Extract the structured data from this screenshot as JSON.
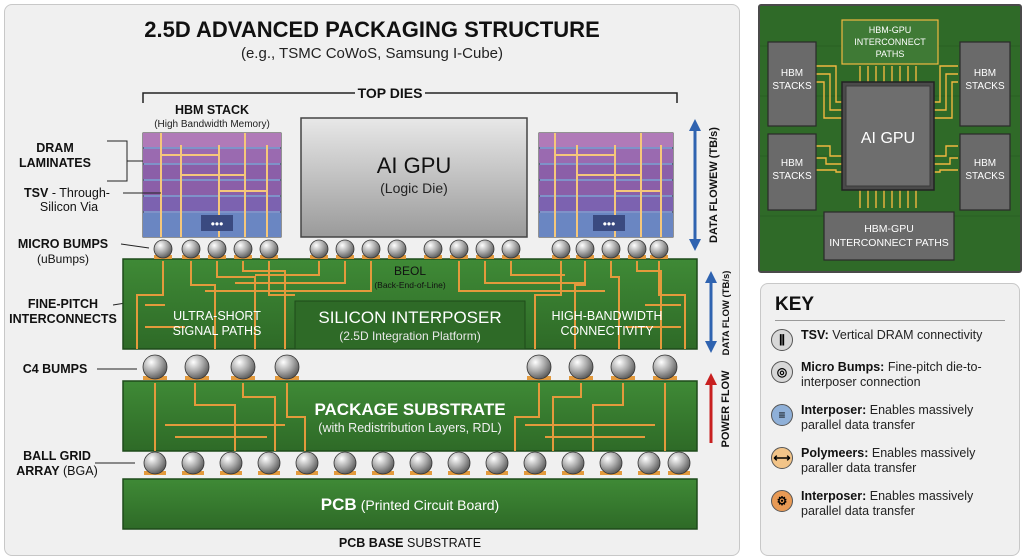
{
  "title": "2.5D ADVANCED PACKAGING STRUCTURE",
  "subtitle": "(e.g., TSMC CoWoS, Samsung I-Cube)",
  "top_dies_label": "TOP DIES",
  "hbm_stack": {
    "title": "HBM STACK",
    "subtitle": "(High Bandwidth Memory)",
    "dots": "•••"
  },
  "gpu": {
    "title": "AI GPU",
    "subtitle": "(Logic Die)"
  },
  "left_labels": {
    "dram": [
      "DRAM",
      "LAMINATES"
    ],
    "tsv_bold": "TSV",
    "tsv_rest": " - Through-",
    "tsv_line2": "Silicon Via",
    "micro_bumps": "MICRO BUMPS",
    "micro_bumps_sub": "(uBumps)",
    "fine_pitch": [
      "FINE-PITCH",
      "INTERCONNECTS"
    ],
    "c4": "C4 BUMPS",
    "bga_line1": "BALL GRID",
    "bga_bold": "ARRAY",
    "bga_rest": " (BGA)"
  },
  "interposer": {
    "beol": "BEOL",
    "beol_sub": "(Back-End-of-Line)",
    "title": "SILICON INTERPOSER",
    "subtitle": "(2.5D Integration Platform)",
    "left_note": [
      "ULTRA-SHORT",
      "SIGNAL PATHS"
    ],
    "right_note": [
      "HIGH-BANDWIDTH",
      "CONNECTIVITY"
    ]
  },
  "substrate": {
    "title": "PACKAGE SUBSTRATE",
    "subtitle": "(with Redistribution Layers, RDL)"
  },
  "pcb": {
    "title": "PCB",
    "subtitle": "(Printed Circuit Board)"
  },
  "footer": {
    "bold": "PCB BASE",
    "rest": " SUBSTRATE"
  },
  "side_labels": {
    "data_flowew": "DATA FLOWEW (TB/s)",
    "data_flow": "DATA FLOW (TB/s)",
    "power_flow": "POWER FLOW"
  },
  "top_view": {
    "top_interconnect": [
      "HBM-GPU",
      "INTERCONNECT",
      "PATHS"
    ],
    "bottom_interconnect": [
      "HBM-GPU",
      "INTERCONNECT PATHS"
    ],
    "hbm_label": [
      "HBM",
      "STACKS"
    ],
    "gpu_label": "AI GPU"
  },
  "key": {
    "title": "KEY",
    "items": [
      {
        "bold": "TSV:",
        "text": " Vertical DRAM connectivity",
        "icon": "tsv-icon",
        "color": "#d8d8d8"
      },
      {
        "bold": "Micro Bumps:",
        "text": " Fine-pitch die-to-interposer connection",
        "icon": "micro-bump-icon",
        "color": "#d8d8d8"
      },
      {
        "bold": "Interposer:",
        "text": " Enables massively parallel data transfer",
        "icon": "interposer-icon",
        "color": "#8fb0d8"
      },
      {
        "bold": "Polymeers:",
        "text": " Enables massively paraller data transfer",
        "icon": "polymer-icon",
        "color": "#f2c488"
      },
      {
        "bold": "Interposer:",
        "text": " Enables massively parallel data transfer",
        "icon": "interposer-gear-icon",
        "color": "#e89a55"
      }
    ]
  },
  "colors": {
    "green_dark": "#2f6a28",
    "green_mid": "#3f8a36",
    "copper": "#e39a3c",
    "dram_purple": "#8b5fa8",
    "dram_blue": "#7f92c8",
    "arrow_blue": "#2f63b0",
    "arrow_red": "#c82020"
  }
}
